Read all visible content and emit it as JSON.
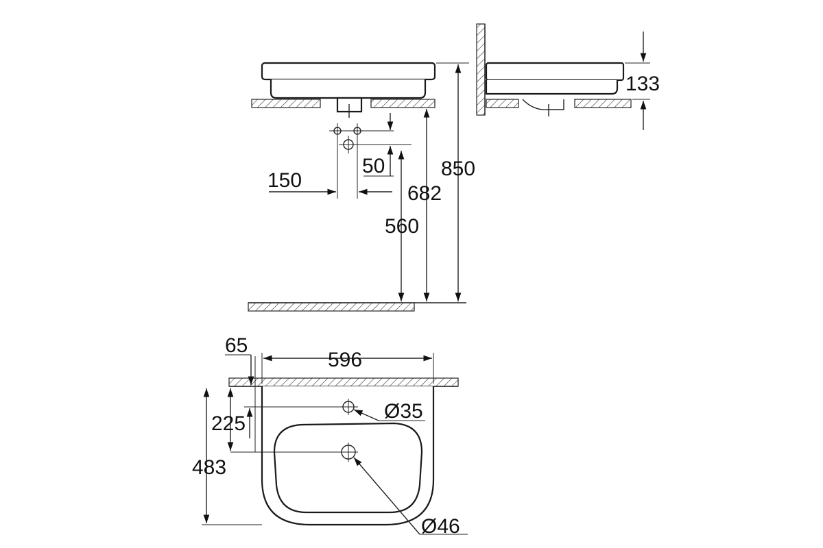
{
  "dimensions": {
    "d850": "850",
    "d682": "682",
    "d560": "560",
    "d150": "150",
    "d50": "50",
    "d133": "133",
    "d65": "65",
    "d596": "596",
    "d225": "225",
    "d483": "483",
    "d35": "Ø35",
    "d46": "Ø46"
  }
}
